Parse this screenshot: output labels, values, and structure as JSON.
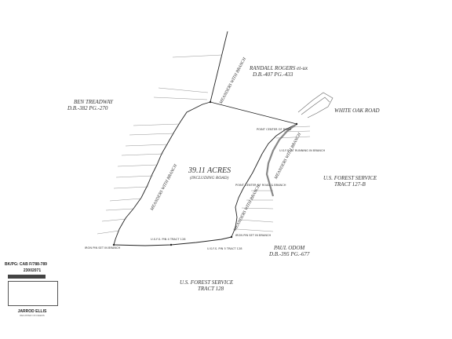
{
  "plat": {
    "acreage": "39.11 ACRES",
    "acreage_note": "(INCLUDING ROAD)",
    "owners": {
      "randall_name": "RANDALL ROGERS et-ux",
      "randall_deed": "D.B.-407 PG.-433",
      "ben_name": "BEN TREADWAY",
      "ben_deed": "D.B.-382 PG.-270",
      "usfs_east": "U.S. FOREST SERVICE",
      "usfs_east_tract": "TRACT 127-B",
      "paul_name": "PAUL ODOM",
      "paul_deed": "D.B.-395 PG.-677",
      "usfs_south": "U.S. FOREST SERVICE",
      "usfs_south_tract": "TRACT 128"
    },
    "road": "WHITE OAK ROAD",
    "branches": {
      "northwest": "MEANDERS WITH BRANCH",
      "west": "MEANDERS WITH BRANCH",
      "east_upper": "MEANDERS WITH BRANCH",
      "east_lower": "MEANDERS WITH BRANCH"
    },
    "notes": {
      "center_road_1": "POINT CENTER OF ROAD",
      "center_road_2": "POINT CENTER OF ROAD & BRANCH",
      "usfs_road_1": "U.S.F.S. AT RUNNING IN BRANCH",
      "usfs_pin_1": "U.S.F.S. PIN 4 TRACT 128",
      "usfs_pin_2": "U.S.F.S. PIN 5 TRACT 128",
      "iron_pin_1": "IRON PIN SET IN BRANCH",
      "iron_pin_2": "IRON PIN SET IN BRANCH"
    }
  },
  "stamp": {
    "book": "BK/PG: CAB F/788-789",
    "number": "23002071",
    "signer": "JARROD ELLIS",
    "signer_title": "REGISTER OF DEEDS"
  }
}
